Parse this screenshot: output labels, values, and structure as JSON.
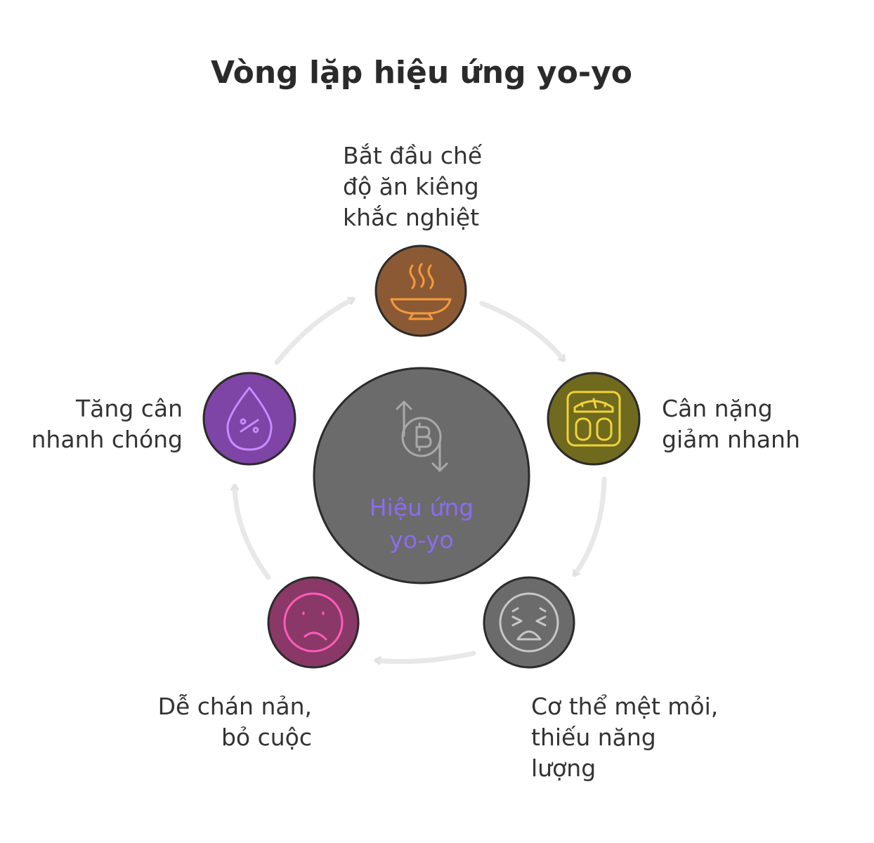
{
  "title": "Vòng lặp hiệu ứng yo-yo",
  "center": {
    "label": "Hiệu ứng\nyo-yo",
    "icon": "bitcoin-exchange-icon",
    "fill": "#6b6b6b",
    "text_color": "#8a6cf0"
  },
  "steps": [
    {
      "id": "start-diet",
      "label": "Bắt đầu chế\nđộ ăn kiêng\nkhắc nghiệt",
      "icon": "hot-bowl-icon",
      "fill": "#8b5a34",
      "accent": "#f59a3c"
    },
    {
      "id": "weight-loss",
      "label": "Cân nặng\ngiảm nhanh",
      "icon": "scale-icon",
      "fill": "#6f6a1d",
      "accent": "#f2d33a"
    },
    {
      "id": "fatigue",
      "label": "Cơ thể mệt mỏi,\nthiếu năng\nlượng",
      "icon": "tired-face-icon",
      "fill": "#6b6b6b",
      "accent": "#c7c7c7"
    },
    {
      "id": "give-up",
      "label": "Dễ chán nản,\nbỏ cuộc",
      "icon": "sad-face-icon",
      "fill": "#8a3867",
      "accent": "#ff5cb8"
    },
    {
      "id": "weight-gain",
      "label": "Tăng cân\nnhanh chóng",
      "icon": "percent-drop-icon",
      "fill": "#7e44a6",
      "accent": "#c98bff"
    }
  ],
  "colors": {
    "arrow": "#e8e8e8",
    "outline": "#2b2b2b"
  }
}
